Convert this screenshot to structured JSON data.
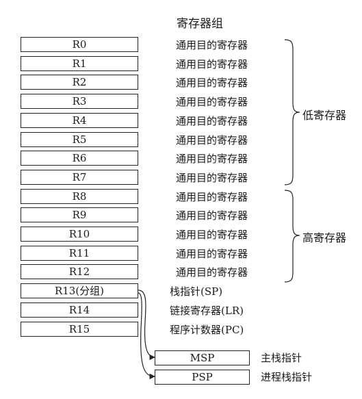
{
  "title": "寄存器组",
  "registers": [
    {
      "name": "R0",
      "desc": "通用目的寄存器"
    },
    {
      "name": "R1",
      "desc": "通用目的寄存器"
    },
    {
      "name": "R2",
      "desc": "通用目的寄存器"
    },
    {
      "name": "R3",
      "desc": "通用目的寄存器"
    },
    {
      "name": "R4",
      "desc": "通用目的寄存器"
    },
    {
      "name": "R5",
      "desc": "通用目的寄存器"
    },
    {
      "name": "R6",
      "desc": "通用目的寄存器"
    },
    {
      "name": "R7",
      "desc": "通用目的寄存器"
    },
    {
      "name": "R8",
      "desc": "通用目的寄存器"
    },
    {
      "name": "R9",
      "desc": "通用目的寄存器"
    },
    {
      "name": "R10",
      "desc": "通用目的寄存器"
    },
    {
      "name": "R11",
      "desc": "通用目的寄存器"
    },
    {
      "name": "R12",
      "desc": "通用目的寄存器"
    },
    {
      "name": "R13(分组)",
      "desc": "栈指针(SP)"
    },
    {
      "name": "R14",
      "desc": "链接寄存器(LR)"
    },
    {
      "name": "R15",
      "desc": "程序计数器(PC)"
    }
  ],
  "groups": {
    "low": "低寄存器",
    "high": "高寄存器"
  },
  "stack_pointers": [
    {
      "name": "MSP",
      "label": "主栈指针"
    },
    {
      "name": "PSP",
      "label": "进程栈指针"
    }
  ]
}
